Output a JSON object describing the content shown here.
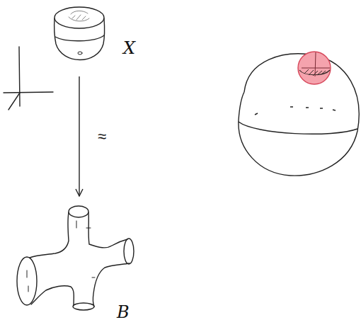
{
  "diagram": {
    "nodes": [
      {
        "text": [
          "X"
        ]
      },
      {
        "text": [
          "B"
        ]
      }
    ],
    "edges": [
      {
        "from": 0,
        "to": 1,
        "label": "≈",
        "arrow": "to"
      }
    ]
  }
}
